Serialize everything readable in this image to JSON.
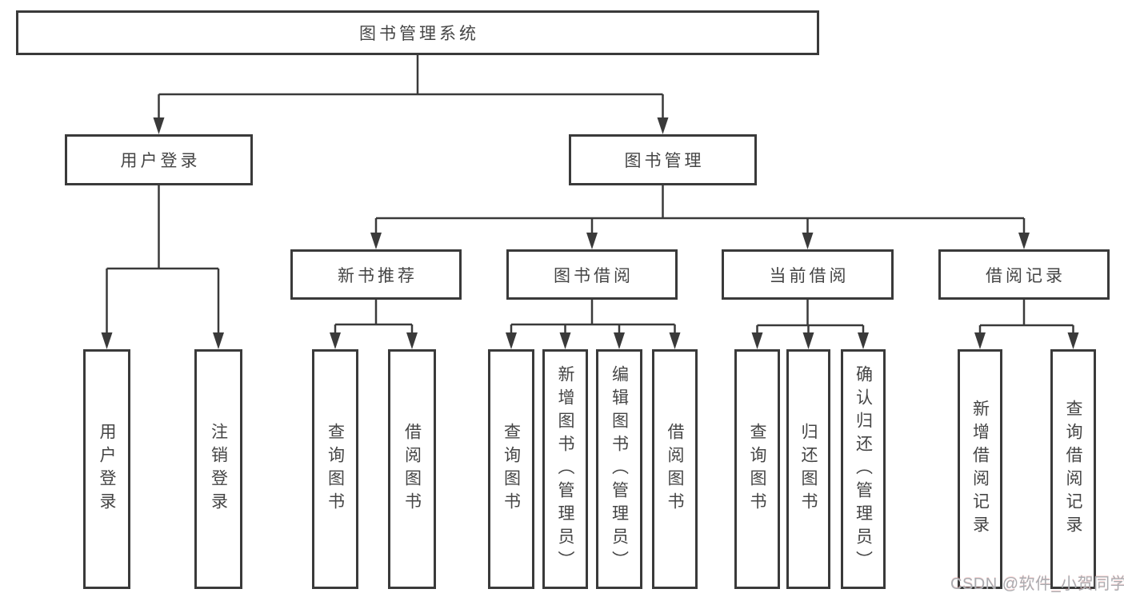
{
  "diagram": {
    "tree": {
      "label": "图书管理系统",
      "children": [
        {
          "label": "用户登录",
          "children": [
            {
              "label": "用户登录"
            },
            {
              "label": "注销登录"
            }
          ]
        },
        {
          "label": "图书管理",
          "children": [
            {
              "label": "新书推荐",
              "children": [
                {
                  "label": "查询图书"
                },
                {
                  "label": "借阅图书"
                }
              ]
            },
            {
              "label": "图书借阅",
              "children": [
                {
                  "label": "查询图书"
                },
                {
                  "label": "新增图书（管理员）"
                },
                {
                  "label": "编辑图书（管理员）"
                },
                {
                  "label": "借阅图书"
                }
              ]
            },
            {
              "label": "当前借阅",
              "children": [
                {
                  "label": "查询图书"
                },
                {
                  "label": "归还图书"
                },
                {
                  "label": "确认归还（管理员）"
                }
              ]
            },
            {
              "label": "借阅记录",
              "children": [
                {
                  "label": "新增借阅记录"
                },
                {
                  "label": "查询借阅记录"
                }
              ]
            }
          ]
        }
      ]
    },
    "watermark": "CSDN @软件_小贺同学",
    "colors": {
      "line": "#3a3a3a",
      "box_border": "#3a3a3a",
      "text": "#454545",
      "watermark_text": "#aaacb0",
      "background": "#ffffff"
    }
  }
}
